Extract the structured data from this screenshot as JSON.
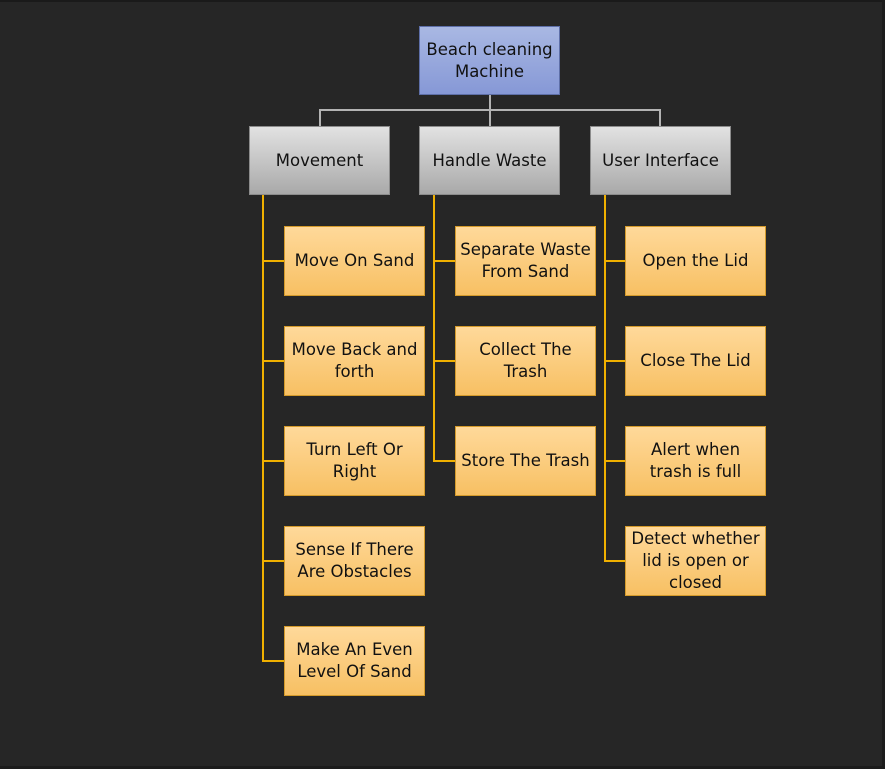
{
  "diagram": {
    "root": {
      "label": "Beach cleaning Machine"
    },
    "categories": [
      {
        "label": "Movement",
        "items": [
          "Move On Sand",
          "Move Back and forth",
          "Turn Left Or Right",
          "Sense If There Are Obstacles",
          "Make An Even Level Of Sand"
        ]
      },
      {
        "label": "Handle Waste",
        "items": [
          "Separate Waste From Sand",
          "Collect The Trash",
          "Store The Trash"
        ]
      },
      {
        "label": "User Interface",
        "items": [
          "Open the Lid",
          "Close The Lid",
          "Alert when trash is full",
          "Detect whether lid is open or closed"
        ]
      }
    ],
    "colors": {
      "background": "#262626",
      "root_fill": "#8e9ed9",
      "category_fill": "#c8c8c8",
      "leaf_fill": "#fcca78",
      "leaf_connector": "#f0b000",
      "root_connector": "#b3b3b3"
    }
  }
}
